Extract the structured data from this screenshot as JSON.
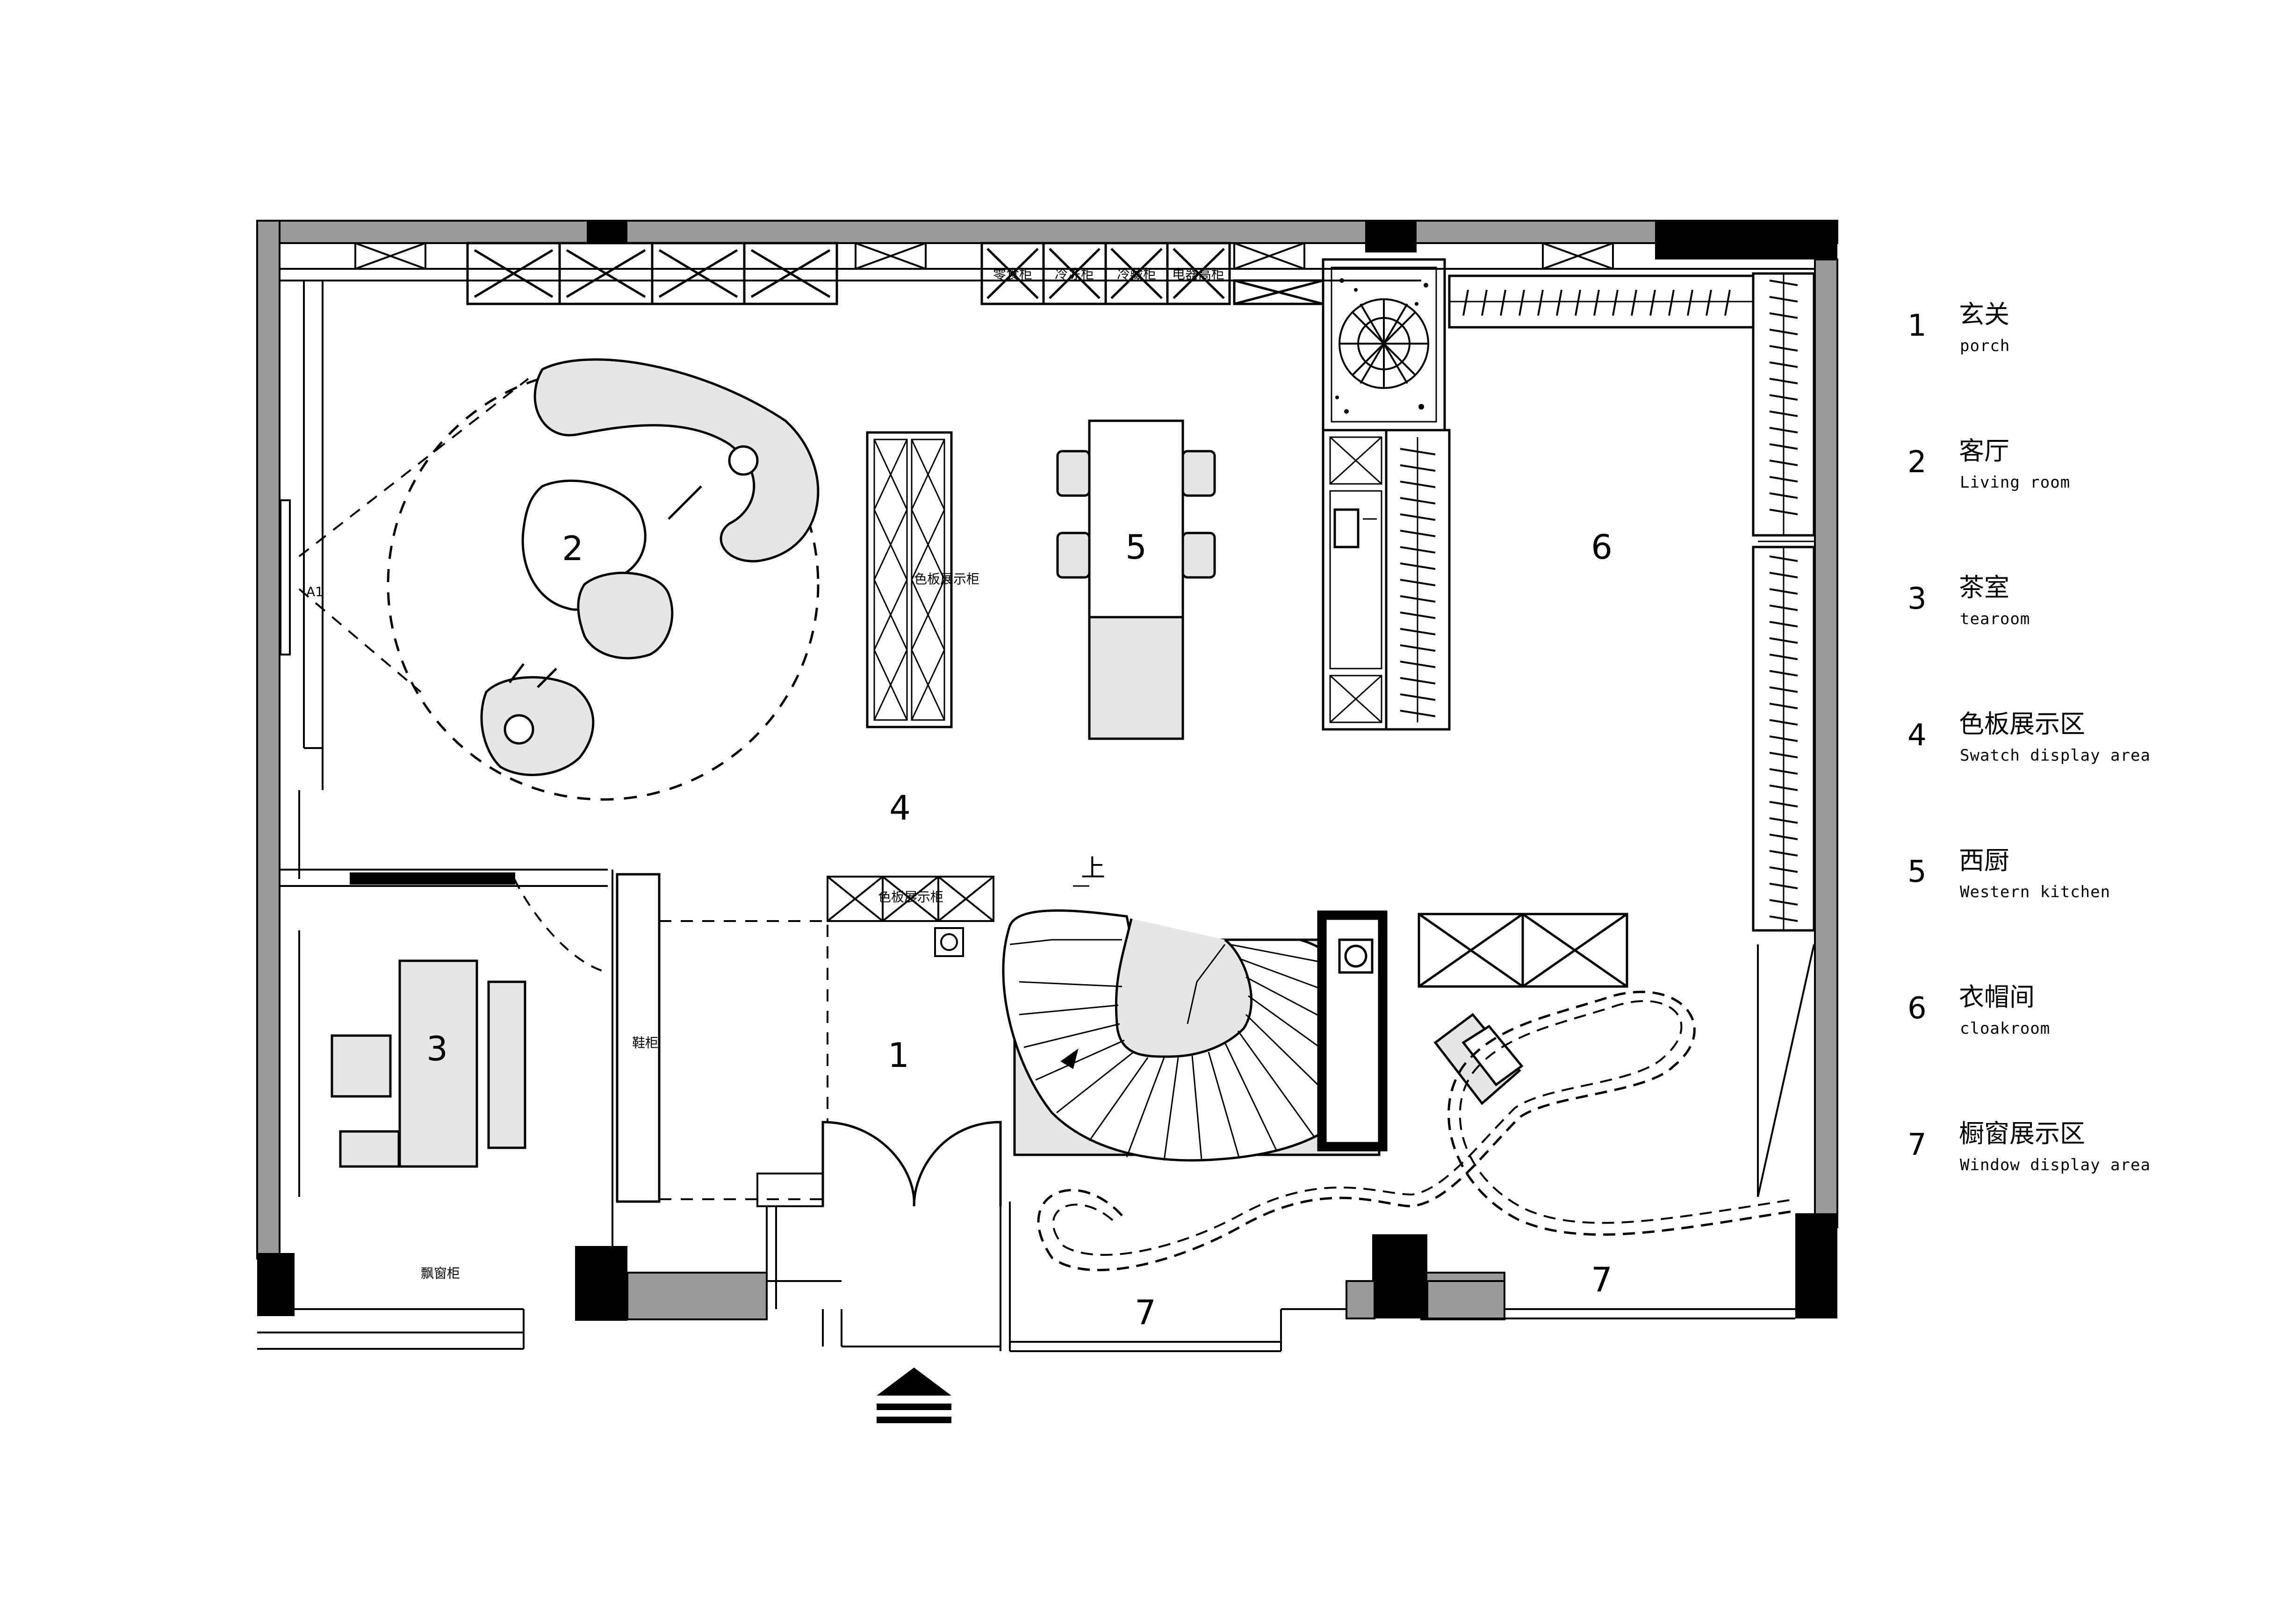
{
  "rooms": [
    {
      "num": "1",
      "cn": "玄关",
      "en": "porch"
    },
    {
      "num": "2",
      "cn": "客厅",
      "en": "Living room"
    },
    {
      "num": "3",
      "cn": "茶室",
      "en": "tearoom"
    },
    {
      "num": "4",
      "cn": "色板展示区",
      "en": "Swatch display area"
    },
    {
      "num": "5",
      "cn": "西厨",
      "en": "Western kitchen"
    },
    {
      "num": "6",
      "cn": "衣帽间",
      "en": "cloakroom"
    },
    {
      "num": "7",
      "cn": "橱窗展示区",
      "en": "Window display area"
    }
  ],
  "plan_labels": {
    "fridge_1": "零食柜",
    "fridge_2": "冷冻柜",
    "fridge_3": "冷藏柜",
    "fridge_4": "电器高柜",
    "swatch_cabinet": "色板展示柜",
    "swatch_cabinet_small": "色板展示柜",
    "shoe_cabinet": "鞋柜",
    "bay_window_cabinet": "飘窗柜",
    "stair_up": "上",
    "tv_tag": "A1"
  },
  "colors": {
    "wall": "#9a9a9a",
    "column": "#000000",
    "furniture_fill": "#e6e6e6",
    "line": "#000000"
  }
}
